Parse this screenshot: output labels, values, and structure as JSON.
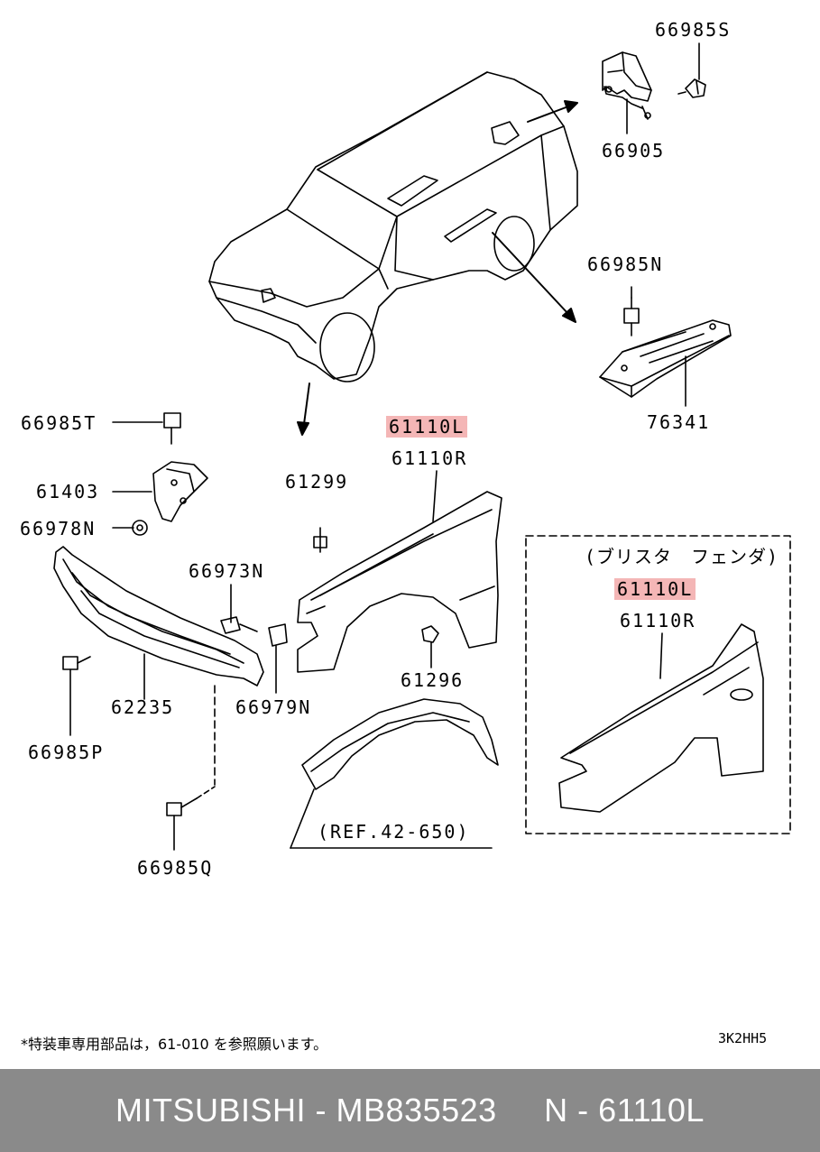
{
  "labels": {
    "p66985S": "66985S",
    "p66905": "66905",
    "p66985N": "66985N",
    "p76341": "76341",
    "p61110L": "61110L",
    "p61110R": "61110R",
    "p66985T": "66985T",
    "p61403": "61403",
    "p66978N": "66978N",
    "p61299": "61299",
    "p66973N": "66973N",
    "p62235": "62235",
    "p66979N": "66979N",
    "p61296": "61296",
    "p66985P": "66985P",
    "p66985Q": "66985Q",
    "ref": "(REF.42-650)",
    "blister_title": "(ブリスタ　フェンダ)",
    "blister_61110L": "61110L",
    "blister_61110R": "61110R"
  },
  "notes": {
    "footnote": "*特装車専用部品は，61-010 を参照願います。",
    "diagram_code": "3K2HH5"
  },
  "footer": {
    "text": "MITSUBISHI - MB835523     N - 61110L"
  },
  "colors": {
    "highlight": "#f4b6b6",
    "footer_bg": "#8a8a8a"
  }
}
